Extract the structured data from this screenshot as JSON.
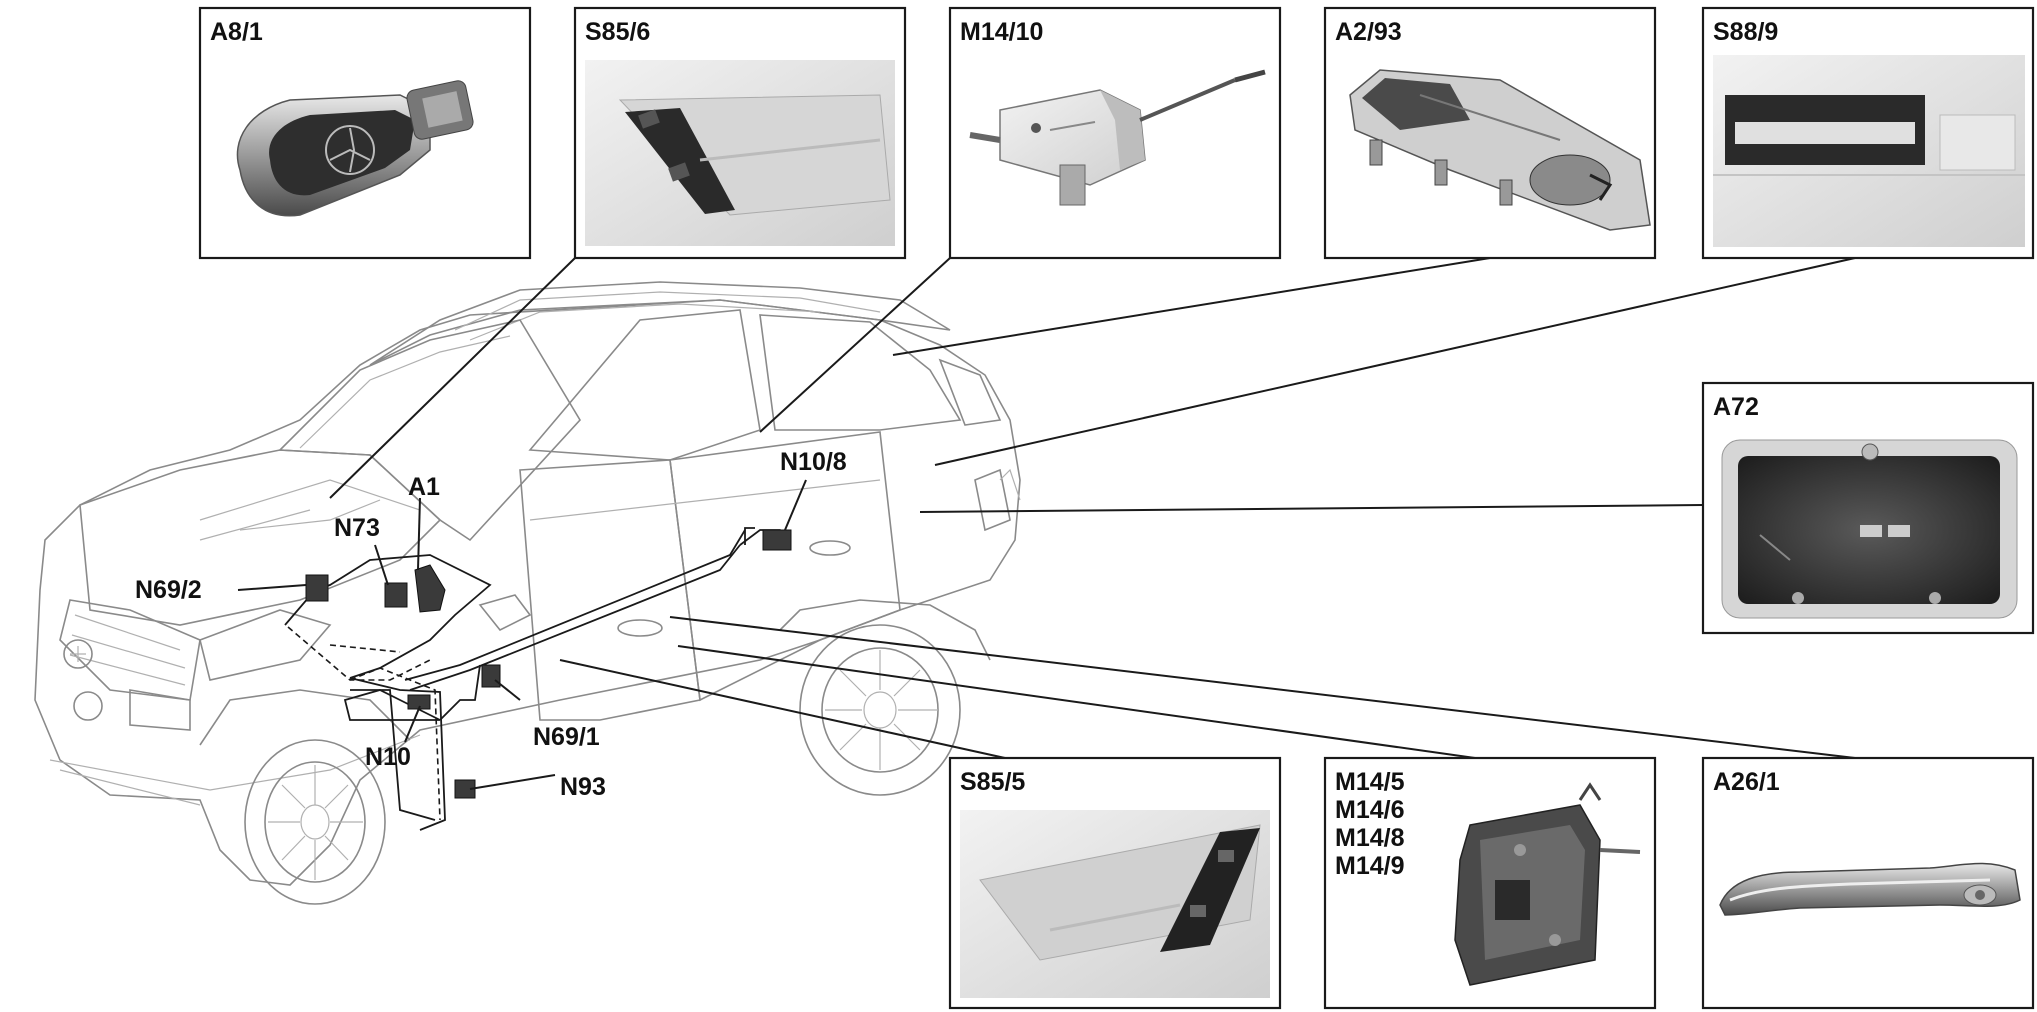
{
  "boxes": {
    "a8_1": "A8/1",
    "s85_6": "S85/6",
    "m14_10": "M14/10",
    "a2_93": "A2/93",
    "s88_9": "S88/9",
    "a72": "A72",
    "s85_5": "S85/5",
    "m14_group": [
      "M14/5",
      "M14/6",
      "M14/8",
      "M14/9"
    ],
    "a26_1": "A26/1"
  },
  "callouts": {
    "a1": "A1",
    "n73": "N73",
    "n69_2": "N69/2",
    "n10_8": "N10/8",
    "n10": "N10",
    "n69_1": "N69/1",
    "n93": "N93"
  },
  "colors": {
    "line": "#1a1a1a",
    "car_outline": "#8a8a8a",
    "photo_light": "#e6e6e6",
    "photo_dark": "#2c2c2c"
  }
}
